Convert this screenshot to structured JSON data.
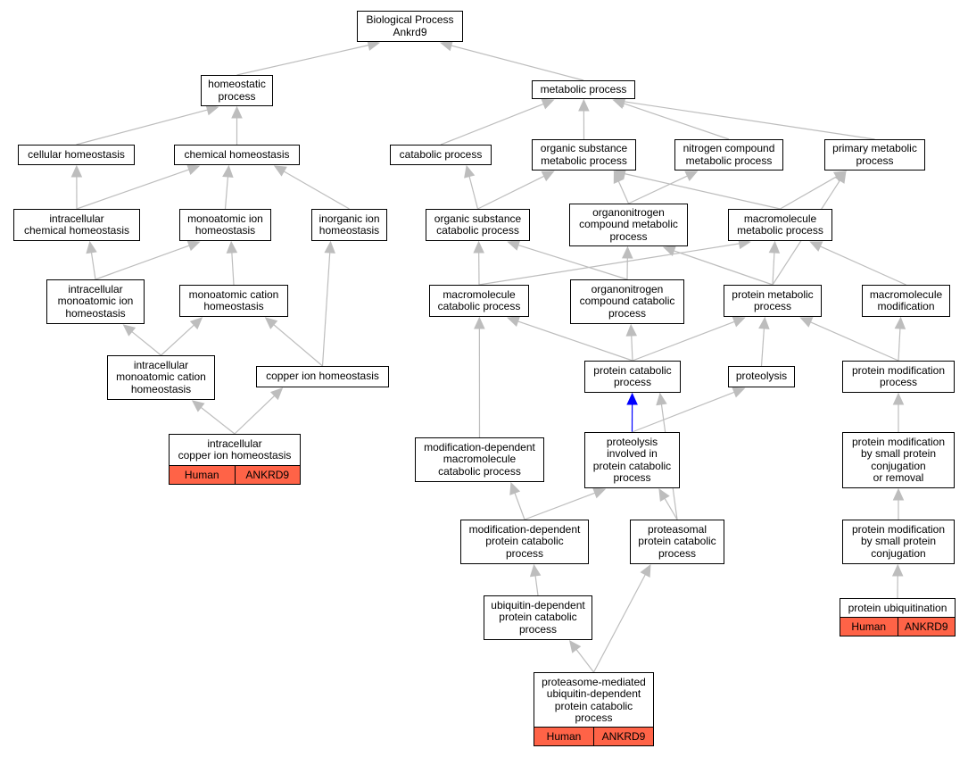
{
  "colors": {
    "edge": "#bdbdbd",
    "highlight_edge": "#0000ff",
    "annotation": "#ff6347",
    "border": "#000000"
  },
  "nodes": [
    {
      "id": "bp",
      "label": "Biological Process\nAnkrd9"
    },
    {
      "id": "homeo",
      "label": "homeostatic\nprocess"
    },
    {
      "id": "metab",
      "label": "metabolic process"
    },
    {
      "id": "cellhomeo",
      "label": "cellular homeostasis"
    },
    {
      "id": "chemhomeo",
      "label": "chemical homeostasis"
    },
    {
      "id": "catab",
      "label": "catabolic process"
    },
    {
      "id": "orgsub",
      "label": "organic substance\nmetabolic process"
    },
    {
      "id": "nitro",
      "label": "nitrogen compound\nmetabolic process"
    },
    {
      "id": "primary",
      "label": "primary metabolic\nprocess"
    },
    {
      "id": "intrachem",
      "label": "intracellular\nchemical homeostasis"
    },
    {
      "id": "monoion",
      "label": "monoatomic ion\nhomeostasis"
    },
    {
      "id": "inorg",
      "label": "inorganic ion\nhomeostasis"
    },
    {
      "id": "orgsubcat",
      "label": "organic substance\ncatabolic process"
    },
    {
      "id": "organonitro",
      "label": "organonitrogen\ncompound metabolic\nprocess"
    },
    {
      "id": "macromet",
      "label": "macromolecule\nmetabolic process"
    },
    {
      "id": "intramonoion",
      "label": "intracellular\nmonoatomic ion\nhomeostasis"
    },
    {
      "id": "monocation",
      "label": "monoatomic cation\nhomeostasis"
    },
    {
      "id": "macrocat",
      "label": "macromolecule\ncatabolic process"
    },
    {
      "id": "organonitrocat",
      "label": "organonitrogen\ncompound catabolic\nprocess"
    },
    {
      "id": "protmet",
      "label": "protein metabolic\nprocess"
    },
    {
      "id": "macromod",
      "label": "macromolecule\nmodification"
    },
    {
      "id": "intracation",
      "label": "intracellular\nmonoatomic cation\nhomeostasis"
    },
    {
      "id": "copper",
      "label": "copper ion homeostasis"
    },
    {
      "id": "protcat",
      "label": "protein catabolic\nprocess"
    },
    {
      "id": "proteolysis",
      "label": "proteolysis"
    },
    {
      "id": "protmod",
      "label": "protein modification\nprocess"
    },
    {
      "id": "intracopper",
      "label": "intracellular\ncopper ion homeostasis"
    },
    {
      "id": "moddepmacro",
      "label": "modification-dependent\nmacromolecule\ncatabolic process"
    },
    {
      "id": "proteolysiscat",
      "label": "proteolysis\ninvolved in\nprotein catabolic\nprocess"
    },
    {
      "id": "protmodsmall",
      "label": "protein modification\nby small protein\nconjugation\nor removal"
    },
    {
      "id": "moddepprot",
      "label": "modification-dependent\nprotein catabolic\nprocess"
    },
    {
      "id": "proteasomal",
      "label": "proteasomal\nprotein catabolic\nprocess"
    },
    {
      "id": "protmodconj",
      "label": "protein modification\nby small protein\nconjugation"
    },
    {
      "id": "ubidep",
      "label": "ubiquitin-dependent\nprotein catabolic\nprocess"
    },
    {
      "id": "protubi",
      "label": "protein ubiquitination"
    },
    {
      "id": "proteasomemed",
      "label": "proteasome-mediated\nubiquitin-dependent\nprotein catabolic\nprocess"
    }
  ],
  "annotations": [
    {
      "node": "intracopper",
      "species": "Human",
      "gene": "ANKRD9"
    },
    {
      "node": "protubi",
      "species": "Human",
      "gene": "ANKRD9"
    },
    {
      "node": "proteasomemed",
      "species": "Human",
      "gene": "ANKRD9"
    }
  ],
  "edges": [
    {
      "from": "homeo",
      "to": "bp"
    },
    {
      "from": "metab",
      "to": "bp"
    },
    {
      "from": "cellhomeo",
      "to": "homeo"
    },
    {
      "from": "chemhomeo",
      "to": "homeo"
    },
    {
      "from": "catab",
      "to": "metab"
    },
    {
      "from": "orgsub",
      "to": "metab"
    },
    {
      "from": "nitro",
      "to": "metab"
    },
    {
      "from": "primary",
      "to": "metab"
    },
    {
      "from": "intrachem",
      "to": "cellhomeo"
    },
    {
      "from": "intrachem",
      "to": "chemhomeo"
    },
    {
      "from": "monoion",
      "to": "chemhomeo"
    },
    {
      "from": "inorg",
      "to": "chemhomeo"
    },
    {
      "from": "orgsubcat",
      "to": "catab"
    },
    {
      "from": "orgsubcat",
      "to": "orgsub"
    },
    {
      "from": "organonitro",
      "to": "orgsub"
    },
    {
      "from": "organonitro",
      "to": "nitro"
    },
    {
      "from": "macromet",
      "to": "orgsub"
    },
    {
      "from": "macromet",
      "to": "primary"
    },
    {
      "from": "intramonoion",
      "to": "intrachem"
    },
    {
      "from": "intramonoion",
      "to": "monoion"
    },
    {
      "from": "monocation",
      "to": "monoion"
    },
    {
      "from": "macrocat",
      "to": "orgsubcat"
    },
    {
      "from": "macrocat",
      "to": "macromet"
    },
    {
      "from": "organonitrocat",
      "to": "orgsubcat"
    },
    {
      "from": "organonitrocat",
      "to": "organonitro"
    },
    {
      "from": "protmet",
      "to": "organonitro"
    },
    {
      "from": "protmet",
      "to": "macromet"
    },
    {
      "from": "protmet",
      "to": "primary"
    },
    {
      "from": "macromod",
      "to": "macromet"
    },
    {
      "from": "intracation",
      "to": "intramonoion"
    },
    {
      "from": "intracation",
      "to": "monocation"
    },
    {
      "from": "copper",
      "to": "monocation"
    },
    {
      "from": "copper",
      "to": "inorg"
    },
    {
      "from": "protcat",
      "to": "macrocat"
    },
    {
      "from": "protcat",
      "to": "organonitrocat"
    },
    {
      "from": "protcat",
      "to": "protmet"
    },
    {
      "from": "proteolysis",
      "to": "protmet"
    },
    {
      "from": "protmod",
      "to": "protmet"
    },
    {
      "from": "protmod",
      "to": "macromod"
    },
    {
      "from": "intracopper",
      "to": "intracation"
    },
    {
      "from": "intracopper",
      "to": "copper"
    },
    {
      "from": "moddepmacro",
      "to": "macrocat"
    },
    {
      "from": "proteolysiscat",
      "to": "protcat",
      "highlight": true
    },
    {
      "from": "proteolysiscat",
      "to": "proteolysis"
    },
    {
      "from": "protmodsmall",
      "to": "protmod"
    },
    {
      "from": "moddepprot",
      "to": "moddepmacro"
    },
    {
      "from": "moddepprot",
      "to": "proteolysiscat"
    },
    {
      "from": "proteasomal",
      "to": "proteolysiscat"
    },
    {
      "from": "proteasomal",
      "to": "protcat"
    },
    {
      "from": "protmodconj",
      "to": "protmodsmall"
    },
    {
      "from": "ubidep",
      "to": "moddepprot"
    },
    {
      "from": "protubi",
      "to": "protmodconj"
    },
    {
      "from": "proteasomemed",
      "to": "ubidep"
    },
    {
      "from": "proteasomemed",
      "to": "proteasomal"
    }
  ]
}
